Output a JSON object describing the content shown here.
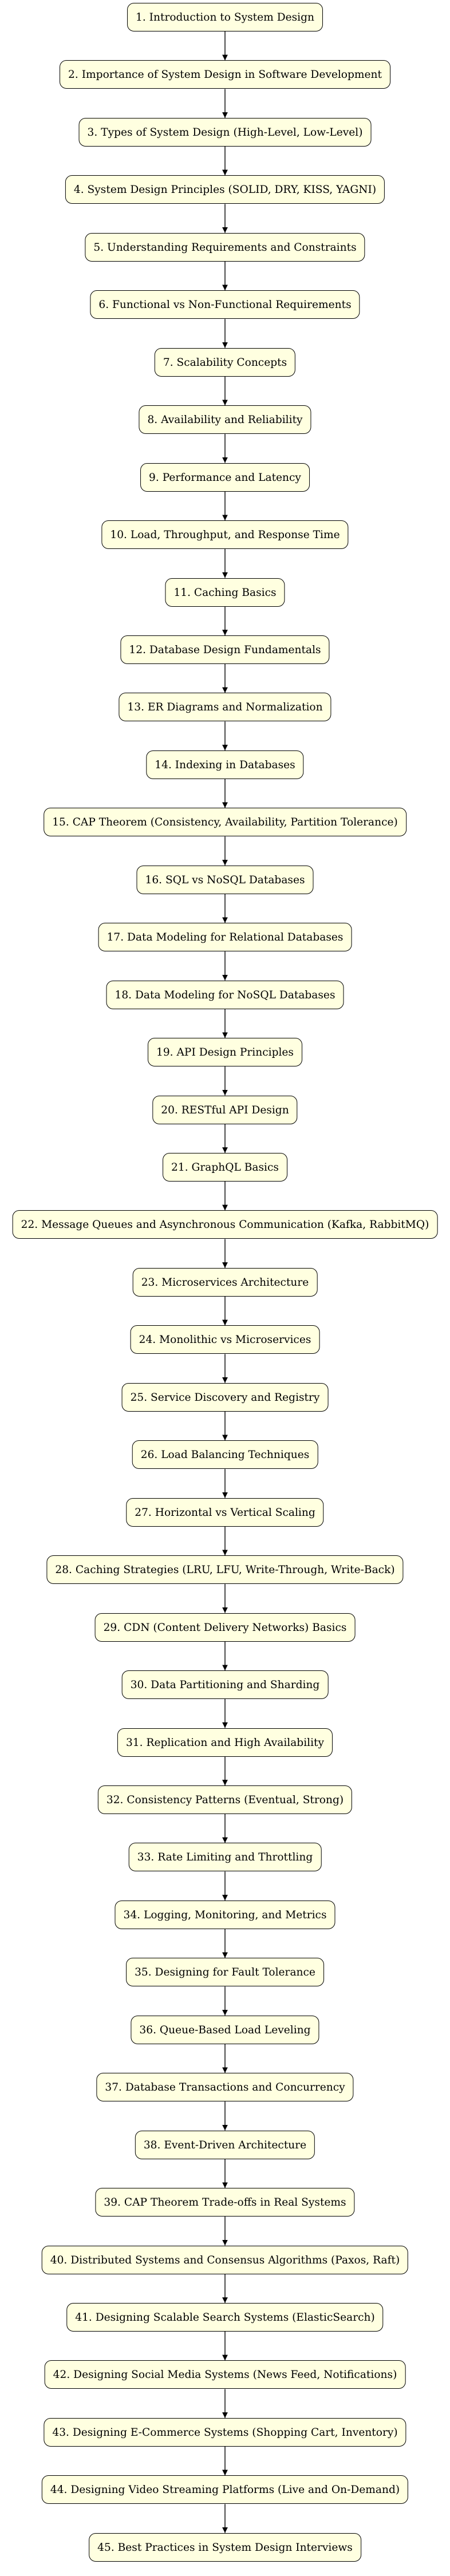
{
  "colors": {
    "node_fill": "#ffffe0",
    "node_border": "#000000",
    "edge": "#000000",
    "background": "#ffffff"
  },
  "nodes": [
    "1. Introduction to System Design",
    "2. Importance of System Design in Software Development",
    "3. Types of System Design (High-Level, Low-Level)",
    "4. System Design Principles (SOLID, DRY, KISS, YAGNI)",
    "5. Understanding Requirements and Constraints",
    "6. Functional vs Non-Functional Requirements",
    "7. Scalability Concepts",
    "8. Availability and Reliability",
    "9. Performance and Latency",
    "10. Load, Throughput, and Response Time",
    "11. Caching Basics",
    "12. Database Design Fundamentals",
    "13. ER Diagrams and Normalization",
    "14. Indexing in Databases",
    "15. CAP Theorem (Consistency, Availability, Partition Tolerance)",
    "16. SQL vs NoSQL Databases",
    "17. Data Modeling for Relational Databases",
    "18. Data Modeling for NoSQL Databases",
    "19. API Design Principles",
    "20. RESTful API Design",
    "21. GraphQL Basics",
    "22. Message Queues and Asynchronous Communication (Kafka, RabbitMQ)",
    "23. Microservices Architecture",
    "24. Monolithic vs Microservices",
    "25. Service Discovery and Registry",
    "26. Load Balancing Techniques",
    "27. Horizontal vs Vertical Scaling",
    "28. Caching Strategies (LRU, LFU, Write-Through, Write-Back)",
    "29. CDN (Content Delivery Networks) Basics",
    "30. Data Partitioning and Sharding",
    "31. Replication and High Availability",
    "32. Consistency Patterns (Eventual, Strong)",
    "33. Rate Limiting and Throttling",
    "34. Logging, Monitoring, and Metrics",
    "35. Designing for Fault Tolerance",
    "36. Queue-Based Load Leveling",
    "37. Database Transactions and Concurrency",
    "38. Event-Driven Architecture",
    "39. CAP Theorem Trade-offs in Real Systems",
    "40. Distributed Systems and Consensus Algorithms (Paxos, Raft)",
    "41. Designing Scalable Search Systems (ElasticSearch)",
    "42. Designing Social Media Systems (News Feed, Notifications)",
    "43. Designing E-Commerce Systems (Shopping Cart, Inventory)",
    "44. Designing Video Streaming Platforms (Live and On-Demand)",
    "45. Best Practices in System Design Interviews"
  ]
}
